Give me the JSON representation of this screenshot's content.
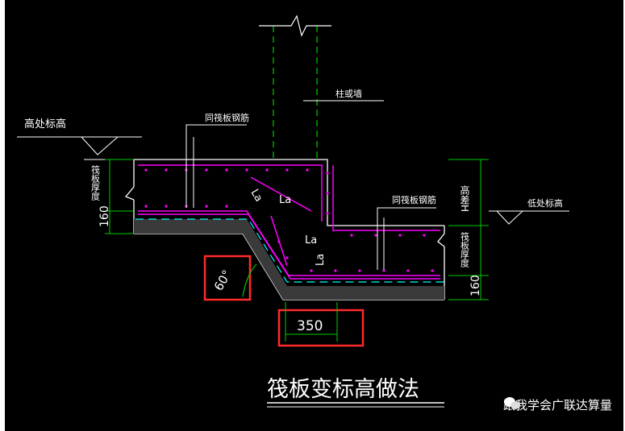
{
  "labels": {
    "high_elevation": "高处标高",
    "low_elevation": "低处标高",
    "column_or_wall": "柱或墙",
    "rebar_same_left": "同筏板钢筋",
    "rebar_same_right": "同筏板钢筋",
    "raft_thickness_left": "筏板厚度",
    "raft_thickness_right": "筏板厚度",
    "height_diff": "高差H",
    "dim_160_left": "160",
    "dim_160_right": "160",
    "la_1": "La",
    "la_2": "La",
    "la_3": "La",
    "la_4": "La",
    "angle": "60°",
    "dim_350": "350",
    "title": "筏板变标高做法",
    "watermark": "跟我学会广联达算量"
  },
  "colors": {
    "background": "#000000",
    "concrete": "#ffffff",
    "rebar": "#ff00ff",
    "dimension": "#00cc00",
    "cushion": "#00ffff",
    "highlight": "#ff2a2a"
  }
}
